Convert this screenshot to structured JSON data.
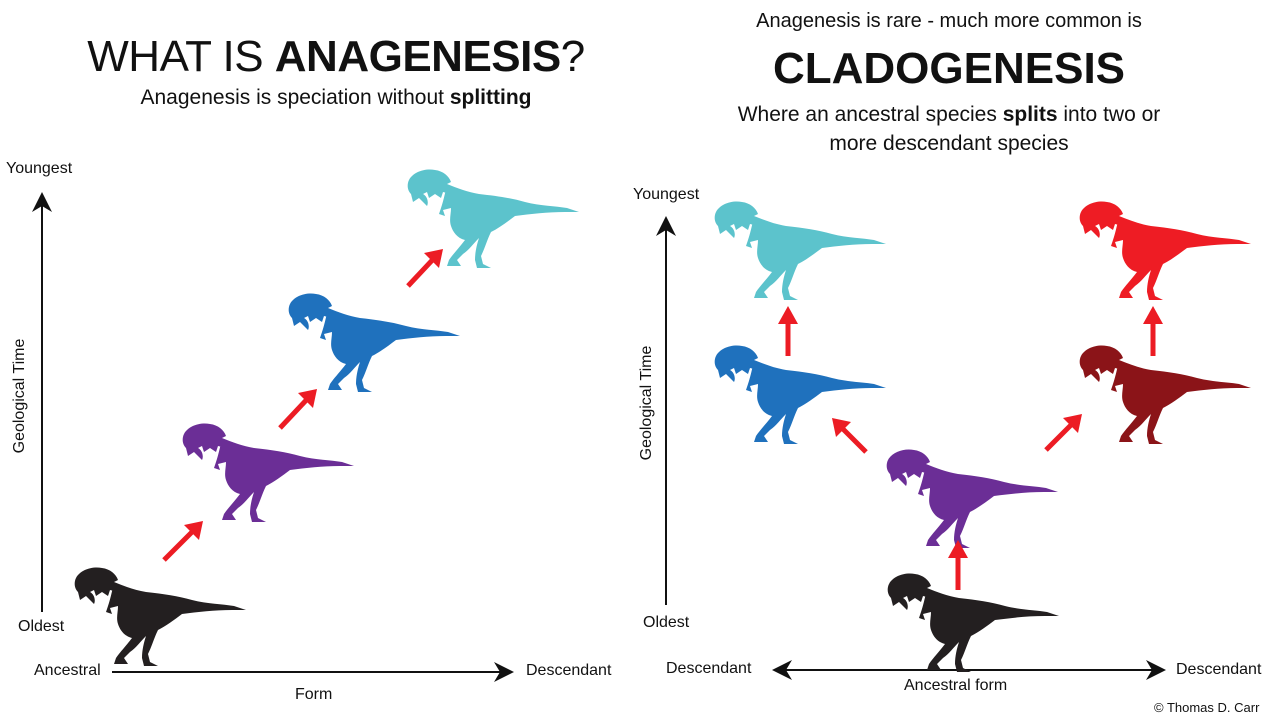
{
  "left": {
    "title_pre": "WHAT IS ",
    "title_bold": "ANAGENESIS",
    "title_post": "?",
    "subtitle_pre": "Anagenesis is speciation without ",
    "subtitle_bold": "splitting",
    "y_top": "Youngest",
    "y_bottom": "Oldest",
    "y_label": "Geological Time",
    "x_left": "Ancestral",
    "x_right": "Descendant",
    "x_label": "Form"
  },
  "right": {
    "intro": "Anagenesis is rare - much more common is",
    "title": "CLADOGENESIS",
    "desc_pre": "Where an ancestral species ",
    "desc_bold": "splits",
    "desc_post": " into two or",
    "desc_line2": "more descendant species",
    "y_top": "Youngest",
    "y_bottom": "Oldest",
    "y_label": "Geological Time",
    "x_left": "Descendant",
    "x_right": "Descendant",
    "x_label": "Ancestral form"
  },
  "credit": "© Thomas D. Carr",
  "colors": {
    "black": "#231f20",
    "purple": "#6b2e96",
    "blue": "#1f71bd",
    "cyan": "#5cc3cc",
    "red": "#ee1c24",
    "dark_red": "#8b1418",
    "arrow_red": "#ec1c24"
  }
}
